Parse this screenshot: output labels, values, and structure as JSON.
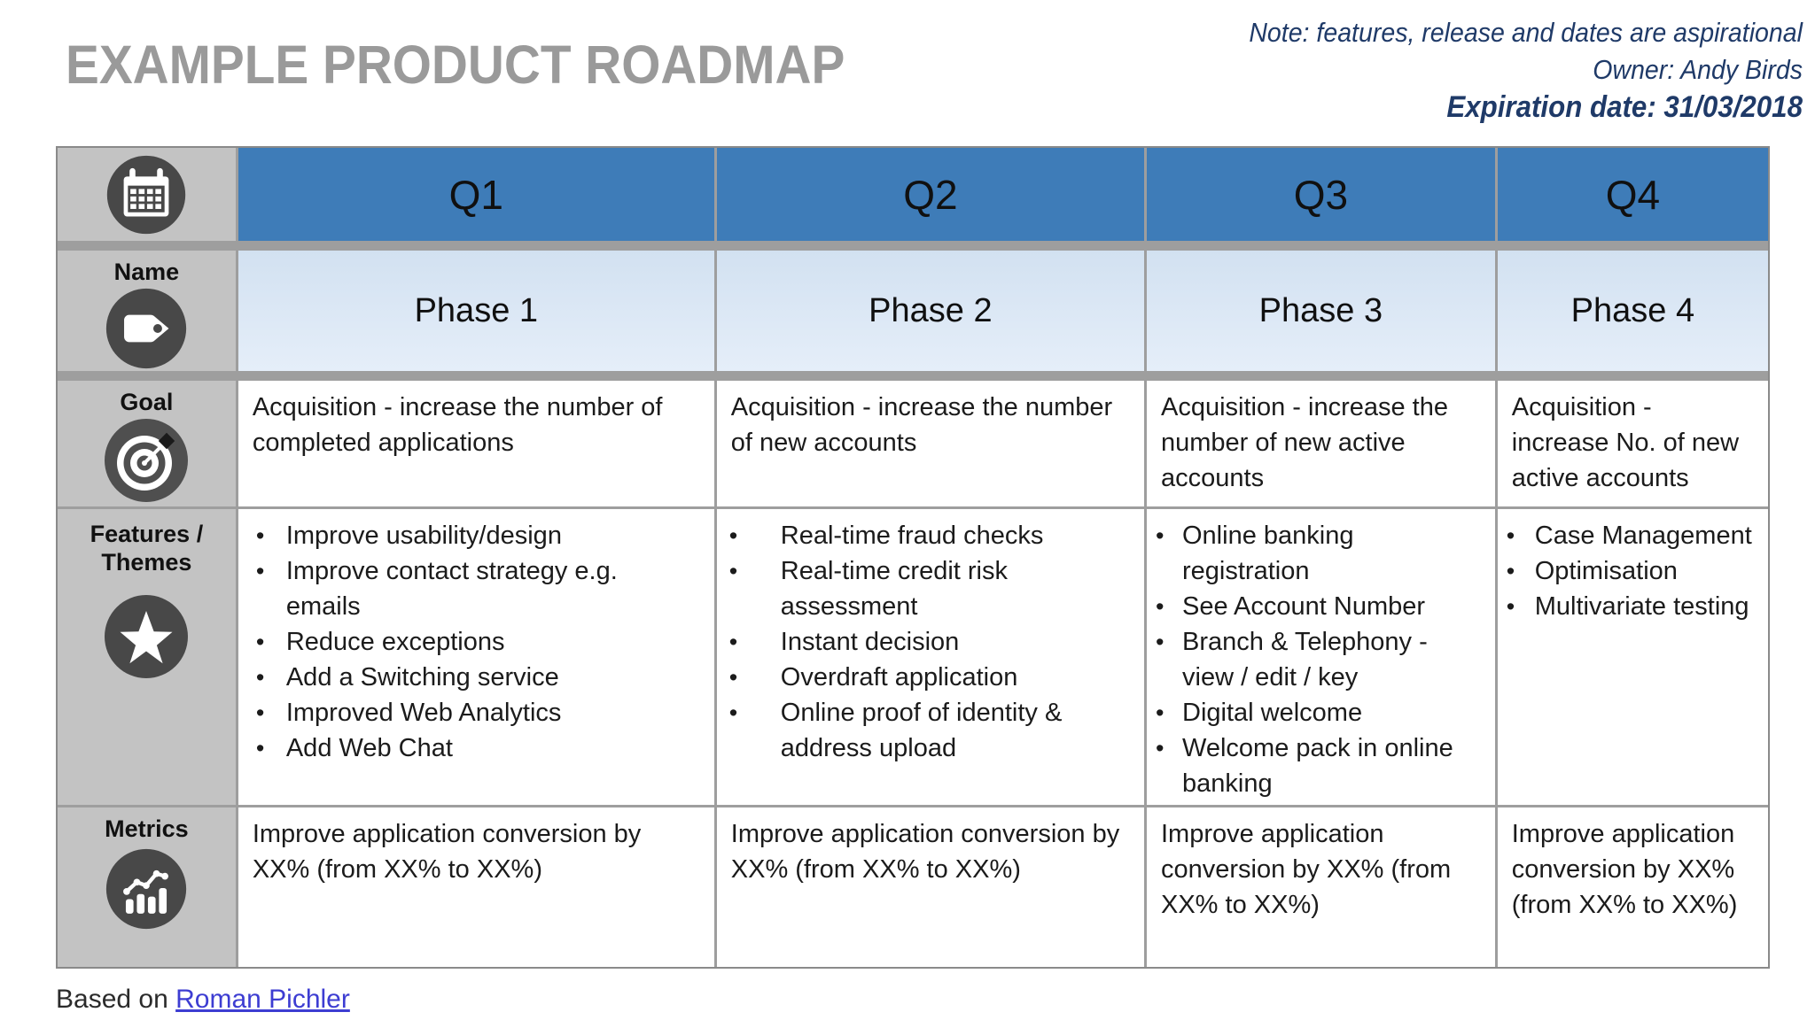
{
  "header": {
    "title": "EXAMPLE PRODUCT ROADMAP",
    "note": "Note: features, release and dates are aspirational",
    "owner": "Owner: Andy Birds",
    "expiration": "Expiration date: 31/03/2018"
  },
  "roadmap": {
    "row_labels": {
      "name": "Name",
      "goal": "Goal",
      "features": "Features / Themes",
      "metrics": "Metrics"
    },
    "row_icons": [
      "calendar-icon",
      "tag-icon",
      "target-icon",
      "star-icon",
      "bar-chart-icon"
    ],
    "quarters": [
      "Q1",
      "Q2",
      "Q3",
      "Q4"
    ],
    "phases": [
      "Phase 1",
      "Phase 2",
      "Phase 3",
      "Phase 4"
    ],
    "goals": [
      "Acquisition - increase the number of completed applications",
      "Acquisition - increase the number of new accounts",
      "Acquisition - increase the number of new active accounts",
      "Acquisition - increase No. of new active accounts"
    ],
    "features": [
      [
        "Improve usability/design",
        "Improve contact strategy e.g. emails",
        "Reduce exceptions",
        "Add a Switching service",
        "Improved Web Analytics",
        "Add Web Chat"
      ],
      [
        "Real-time fraud checks",
        "Real-time credit risk assessment",
        "Instant decision",
        "Overdraft application",
        "Online proof of identity & address upload"
      ],
      [
        "Online banking registration",
        "See Account Number",
        "Branch & Telephony - view / edit / key",
        "Digital welcome",
        "Welcome pack in online banking"
      ],
      [
        "Case Management",
        "Optimisation",
        "Multivariate testing"
      ]
    ],
    "metrics": [
      "Improve application conversion by XX% (from XX% to XX%)",
      "Improve application conversion by XX% (from XX% to XX%)",
      "Improve application conversion by XX% (from XX% to XX%)",
      "Improve application conversion by XX% (from XX% to XX%)"
    ]
  },
  "footer": {
    "prefix": "Based on ",
    "link_label": "Roman Pichler"
  },
  "colors": {
    "header_blue": "#3e7cb8",
    "phase_light_blue": "#d8e6f4",
    "label_gray": "#c3c3c3",
    "grid_gray": "#9e9e9e",
    "icon_circle_gray": "#484848",
    "title_gray": "#9a9a9a",
    "note_navy": "#1f3a68",
    "link_blue": "#3d3dd2"
  }
}
